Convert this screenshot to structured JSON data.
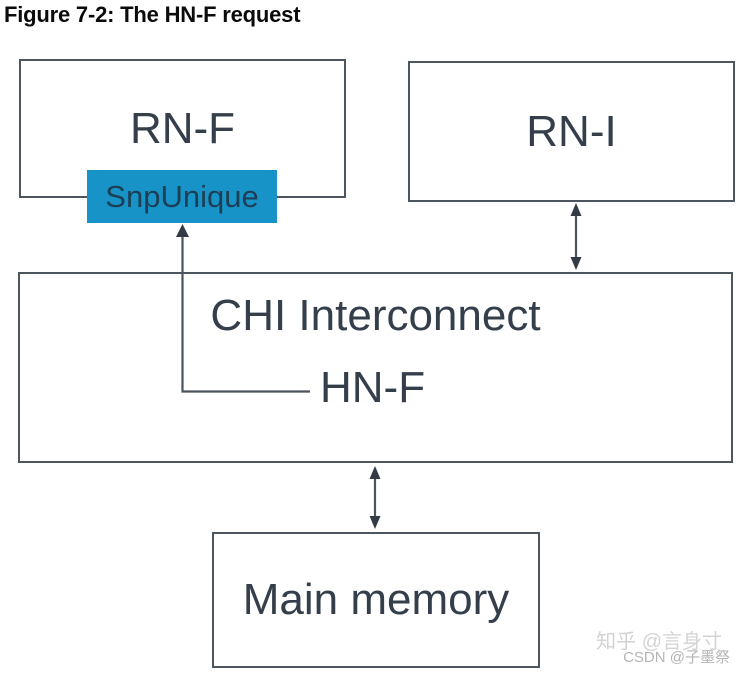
{
  "figure": {
    "title": "Figure 7-2: The HN-F request"
  },
  "diagram": {
    "nodes": {
      "rnf": {
        "label": "RN-F"
      },
      "rni": {
        "label": "RN-I"
      },
      "snp": {
        "label": "SnpUnique"
      },
      "chi": {
        "label": "CHI Interconnect"
      },
      "hnf": {
        "label": "HN-F"
      },
      "mem": {
        "label": "Main memory"
      }
    },
    "connections": [
      {
        "from": "HN-F",
        "to": "RN-F",
        "style": "single-arrow",
        "via": "SnpUnique"
      },
      {
        "from": "RN-I",
        "to": "CHI Interconnect",
        "style": "double-arrow"
      },
      {
        "from": "CHI Interconnect",
        "to": "Main memory",
        "style": "double-arrow"
      }
    ]
  },
  "watermarks": {
    "zhihu": "知乎 @言身寸",
    "csdn": "CSDN @子墨祭"
  },
  "colors": {
    "snp_highlight": "#1793c7",
    "box_border": "#4d565f",
    "label_text": "#343f4b",
    "arrow_line": "#4a535c",
    "arrow_head": "#333c46",
    "watermark_light": "#d3d3d3",
    "watermark_dark": "#b5b5b5",
    "title_color": "#0b0b0b"
  }
}
